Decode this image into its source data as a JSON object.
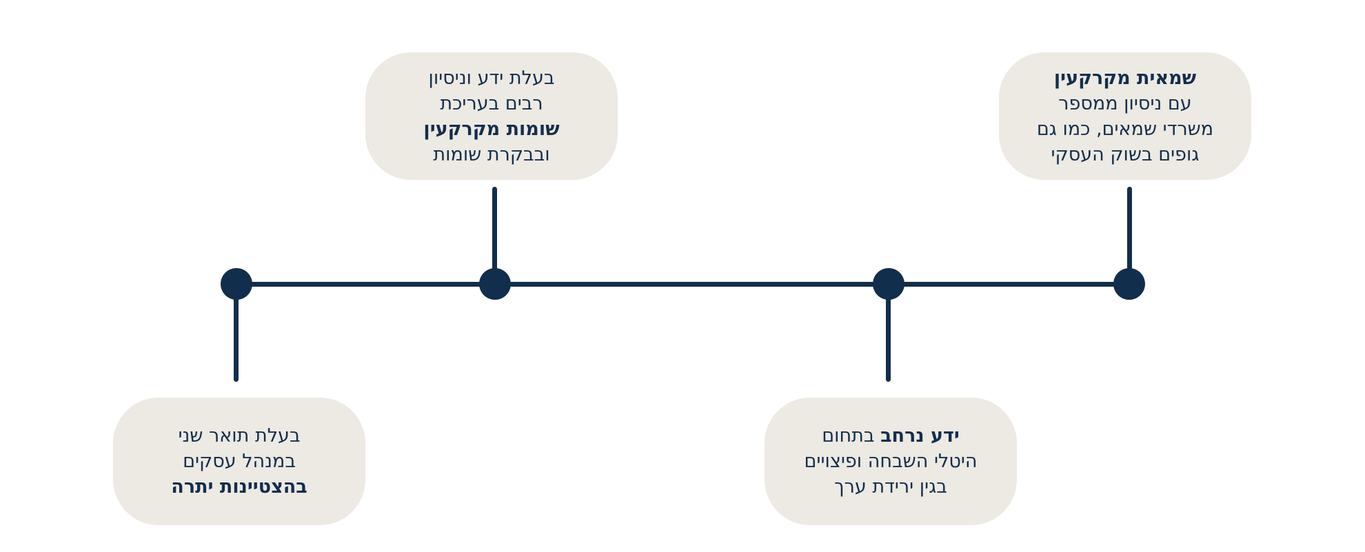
{
  "colors": {
    "accent": "#112e4d",
    "box": "#ede9e3"
  },
  "milestones": [
    {
      "lines": [
        {
          "text": "בעלת תואר שני",
          "bold": false
        },
        {
          "text": "במנהל עסקים",
          "bold": false
        },
        {
          "text": "בהצטיינות יתרה",
          "bold": true
        }
      ]
    },
    {
      "lines": [
        {
          "text": "בעלת ידע וניסיון",
          "bold": false
        },
        {
          "text": "רבים בעריכת",
          "bold": false
        },
        {
          "text": "שומות מקרקעין",
          "bold": true
        },
        {
          "text": "ובבקרת שומות",
          "bold": false
        }
      ]
    },
    {
      "line1_bold": "ידע נרחב",
      "line1_rest": " בתחום",
      "lines": [
        {
          "text": "היטלי השבחה ופיצויים",
          "bold": false
        },
        {
          "text": "בגין ירידת ערך",
          "bold": false
        }
      ]
    },
    {
      "lines": [
        {
          "text": "שמאית מקרקעין",
          "bold": true
        },
        {
          "text": "עם ניסיון ממספר",
          "bold": false
        },
        {
          "text": "משרדי שמאים, כמו גם",
          "bold": false
        },
        {
          "text": "גופים בשוק העסקי",
          "bold": false
        }
      ]
    }
  ]
}
